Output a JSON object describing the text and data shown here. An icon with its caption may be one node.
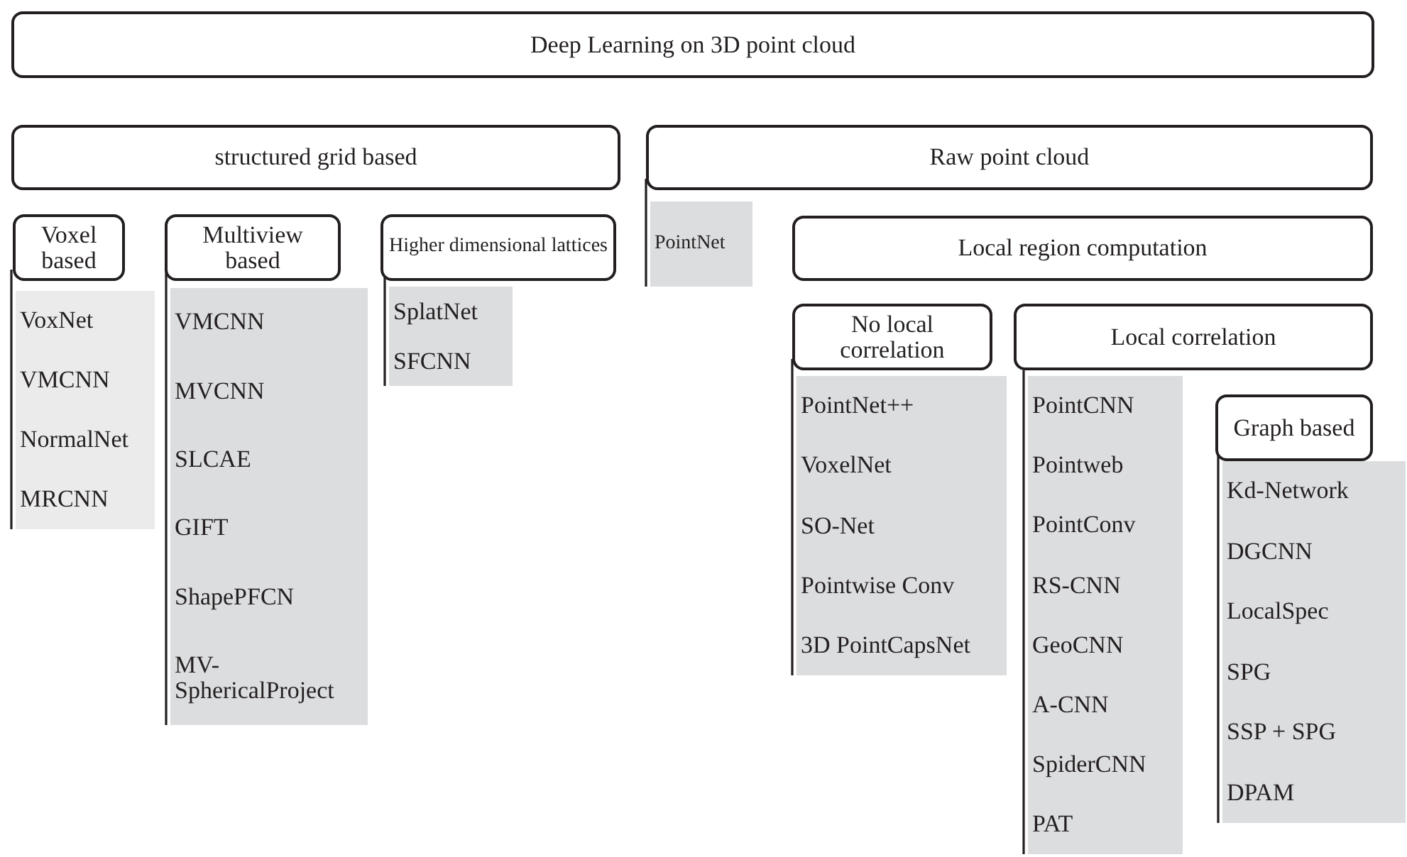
{
  "diagram": {
    "nodes": [
      {
        "text": [
          "Deep Learning on 3D point cloud"
        ]
      },
      {
        "text": [
          "structured grid based"
        ]
      },
      {
        "text": [
          "Raw point cloud"
        ]
      },
      {
        "text": [
          "Voxel based"
        ]
      },
      {
        "text": [
          "VoxNet",
          "VMCNN",
          "NormalNet",
          "MRCNN"
        ]
      },
      {
        "text": [
          "Multiview based"
        ]
      },
      {
        "text": [
          "VMCNN",
          "MVCNN",
          "SLCAE",
          "GIFT",
          "ShapePFCN",
          "MV- SphericalProject"
        ]
      },
      {
        "text": [
          "Higher dimensional lattices"
        ]
      },
      {
        "text": [
          "SplatNet",
          "SFCNN"
        ]
      },
      {
        "text": [
          "PointNet"
        ]
      },
      {
        "text": [
          "Local region computation"
        ]
      },
      {
        "text": [
          "No local correlation"
        ]
      },
      {
        "text": [
          "PointNet++",
          "VoxelNet",
          "SO-Net",
          "Pointwise Conv",
          "3D PointCapsNet"
        ]
      },
      {
        "text": [
          "Local correlation"
        ]
      },
      {
        "text": [
          "PointCNN",
          "Pointweb",
          "PointConv",
          "RS-CNN",
          "GeoCNN",
          "A-CNN",
          "SpiderCNN",
          "PAT"
        ]
      },
      {
        "text": [
          "Graph based"
        ]
      },
      {
        "text": [
          "Kd-Network",
          "DGCNN",
          "LocalSpec",
          "SPG",
          "SSP + SPG",
          "DPAM"
        ]
      }
    ],
    "edges": [
      {
        "from": 3,
        "to": 4,
        "arrow": "none"
      },
      {
        "from": 5,
        "to": 6,
        "arrow": "none"
      },
      {
        "from": 7,
        "to": 8,
        "arrow": "none"
      },
      {
        "from": 2,
        "to": 9,
        "arrow": "none"
      },
      {
        "from": 11,
        "to": 12,
        "arrow": "none"
      },
      {
        "from": 13,
        "to": 14,
        "arrow": "none"
      },
      {
        "from": 15,
        "to": 16,
        "arrow": "none"
      }
    ]
  }
}
